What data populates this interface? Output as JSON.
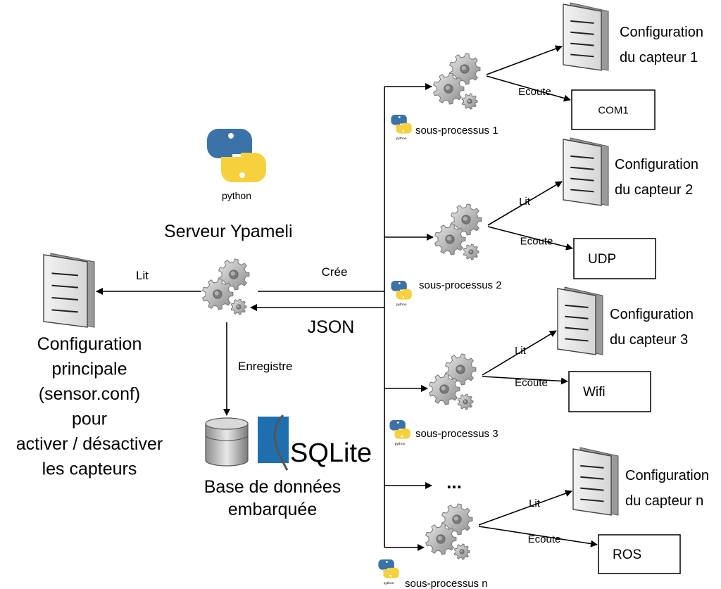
{
  "server": {
    "title": "Serveur Ypameli",
    "python_logo_text": "python",
    "sqlite_logo_text": "SQLite"
  },
  "main_config": {
    "lines": [
      "Configuration",
      "principale",
      "(sensor.conf)",
      "pour",
      "activer / désactiver",
      "les capteurs"
    ]
  },
  "database": {
    "lines": [
      "Base de données",
      "embarquée"
    ]
  },
  "edges": {
    "lit": "Lit",
    "cree": "Crée",
    "json": "JSON",
    "enregistre": "Enregistre",
    "ecoute": "Ecoute",
    "ellipsis": "..."
  },
  "subprocesses": [
    {
      "name": "sous-processus 1",
      "config_lines": [
        "Configuration",
        "du capteur 1"
      ],
      "channel": "COM1",
      "has_lit_label": false
    },
    {
      "name": "sous-processus 2",
      "config_lines": [
        "Configuration",
        "du capteur 2"
      ],
      "channel": "UDP",
      "has_lit_label": true
    },
    {
      "name": "sous-processus 3",
      "config_lines": [
        "Configuration",
        "du capteur 3"
      ],
      "channel": "Wifi",
      "has_lit_label": true
    },
    {
      "name": "sous-processus n",
      "config_lines": [
        "Configuration",
        "du capteur n"
      ],
      "channel": "ROS",
      "has_lit_label": true
    }
  ],
  "colors": {
    "json_label": "#1a1a8c",
    "gear_light": "#d9d9d9",
    "gear_dark": "#7a7a7a",
    "python_blue": "#3b73a8",
    "python_yellow": "#f7d13d",
    "sqlite_blue": "#1f6fae"
  }
}
